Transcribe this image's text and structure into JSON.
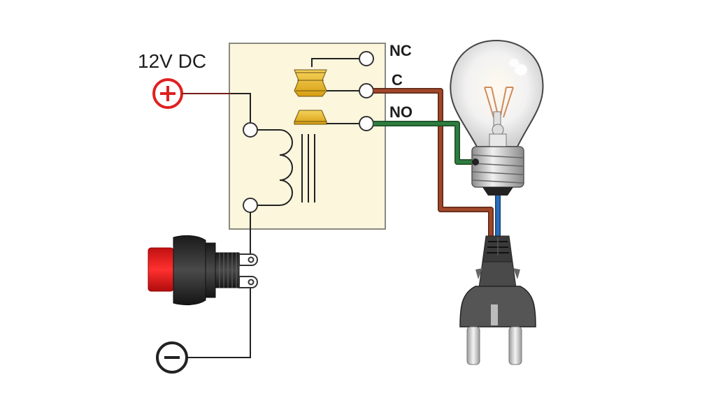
{
  "labels": {
    "supply": "12V DC",
    "nc": "NC",
    "c": "C",
    "no": "NO"
  },
  "terminals": {
    "positive_symbol": "+",
    "negative_symbol": "−"
  },
  "colors": {
    "positive": "#e02020",
    "relay_body": "#fbf6dc",
    "relay_border": "#8a8a80",
    "contact_gold": "#e8b422",
    "wire_brown": "#a0462a",
    "wire_green": "#2e7d3f",
    "wire_blue": "#2a6fc0",
    "wire_black": "#222222",
    "button_red": "#e01818",
    "plug_gray": "#4a4a4a"
  }
}
